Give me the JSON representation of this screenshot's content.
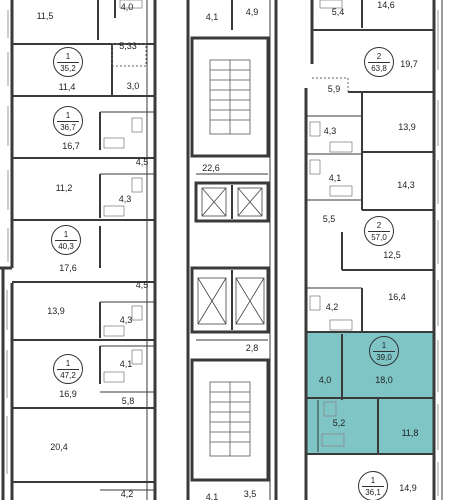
{
  "labels": [
    {
      "id": "r1",
      "text": "11,5"
    },
    {
      "id": "r2",
      "text": "4,0"
    },
    {
      "id": "r3",
      "text": "4,1"
    },
    {
      "id": "r4",
      "text": "4,9"
    },
    {
      "id": "r5",
      "text": "5,4"
    },
    {
      "id": "r6",
      "text": "14,6"
    },
    {
      "id": "r7",
      "text": "5,33"
    },
    {
      "id": "r8",
      "text": "19,7"
    },
    {
      "id": "r9",
      "text": "11,4"
    },
    {
      "id": "r10",
      "text": "3,0"
    },
    {
      "id": "r11",
      "text": "5,9"
    },
    {
      "id": "r12",
      "text": "13,9"
    },
    {
      "id": "r13",
      "text": "4,3"
    },
    {
      "id": "r14",
      "text": "16,7"
    },
    {
      "id": "r15",
      "text": "4,5"
    },
    {
      "id": "r16",
      "text": "22,6"
    },
    {
      "id": "r17",
      "text": "4,1"
    },
    {
      "id": "r18",
      "text": "14,3"
    },
    {
      "id": "r19",
      "text": "11,2"
    },
    {
      "id": "r20",
      "text": "4,3"
    },
    {
      "id": "r21",
      "text": "5,5"
    },
    {
      "id": "r22",
      "text": "12,5"
    },
    {
      "id": "r23",
      "text": "17,6"
    },
    {
      "id": "r24",
      "text": "4,5"
    },
    {
      "id": "r25",
      "text": "16,4"
    },
    {
      "id": "r26",
      "text": "13,9"
    },
    {
      "id": "r27",
      "text": "4,3"
    },
    {
      "id": "r28",
      "text": "4,2"
    },
    {
      "id": "r29",
      "text": "4,1"
    },
    {
      "id": "r30",
      "text": "2,8"
    },
    {
      "id": "r31",
      "text": "16,9"
    },
    {
      "id": "r32",
      "text": "4,0"
    },
    {
      "id": "r33",
      "text": "18,0"
    },
    {
      "id": "r34",
      "text": "5,8"
    },
    {
      "id": "r35",
      "text": "5,2"
    },
    {
      "id": "r36",
      "text": "20,4"
    },
    {
      "id": "r37",
      "text": "11,8"
    },
    {
      "id": "r38",
      "text": "4,2"
    },
    {
      "id": "r39",
      "text": "4,1"
    },
    {
      "id": "r40",
      "text": "3,5"
    },
    {
      "id": "r41",
      "text": "14,9"
    }
  ],
  "apartments": [
    {
      "id": "a1",
      "rooms": "1",
      "area": "35,2",
      "highlighted": false
    },
    {
      "id": "a2",
      "rooms": "2",
      "area": "63,8",
      "highlighted": false
    },
    {
      "id": "a3",
      "rooms": "1",
      "area": "36,7",
      "highlighted": false
    },
    {
      "id": "a4",
      "rooms": "1",
      "area": "40,3",
      "highlighted": false
    },
    {
      "id": "a5",
      "rooms": "2",
      "area": "57,0",
      "highlighted": false
    },
    {
      "id": "a6",
      "rooms": "1",
      "area": "47,2",
      "highlighted": false
    },
    {
      "id": "a7",
      "rooms": "1",
      "area": "39,0",
      "highlighted": true
    },
    {
      "id": "a8",
      "rooms": "1",
      "area": "36,1",
      "highlighted": false
    }
  ],
  "colors": {
    "wall": "#3a3a3a",
    "highlight": "#7fc5c6",
    "window": "#9a9a9a",
    "fixture": "#888888"
  }
}
